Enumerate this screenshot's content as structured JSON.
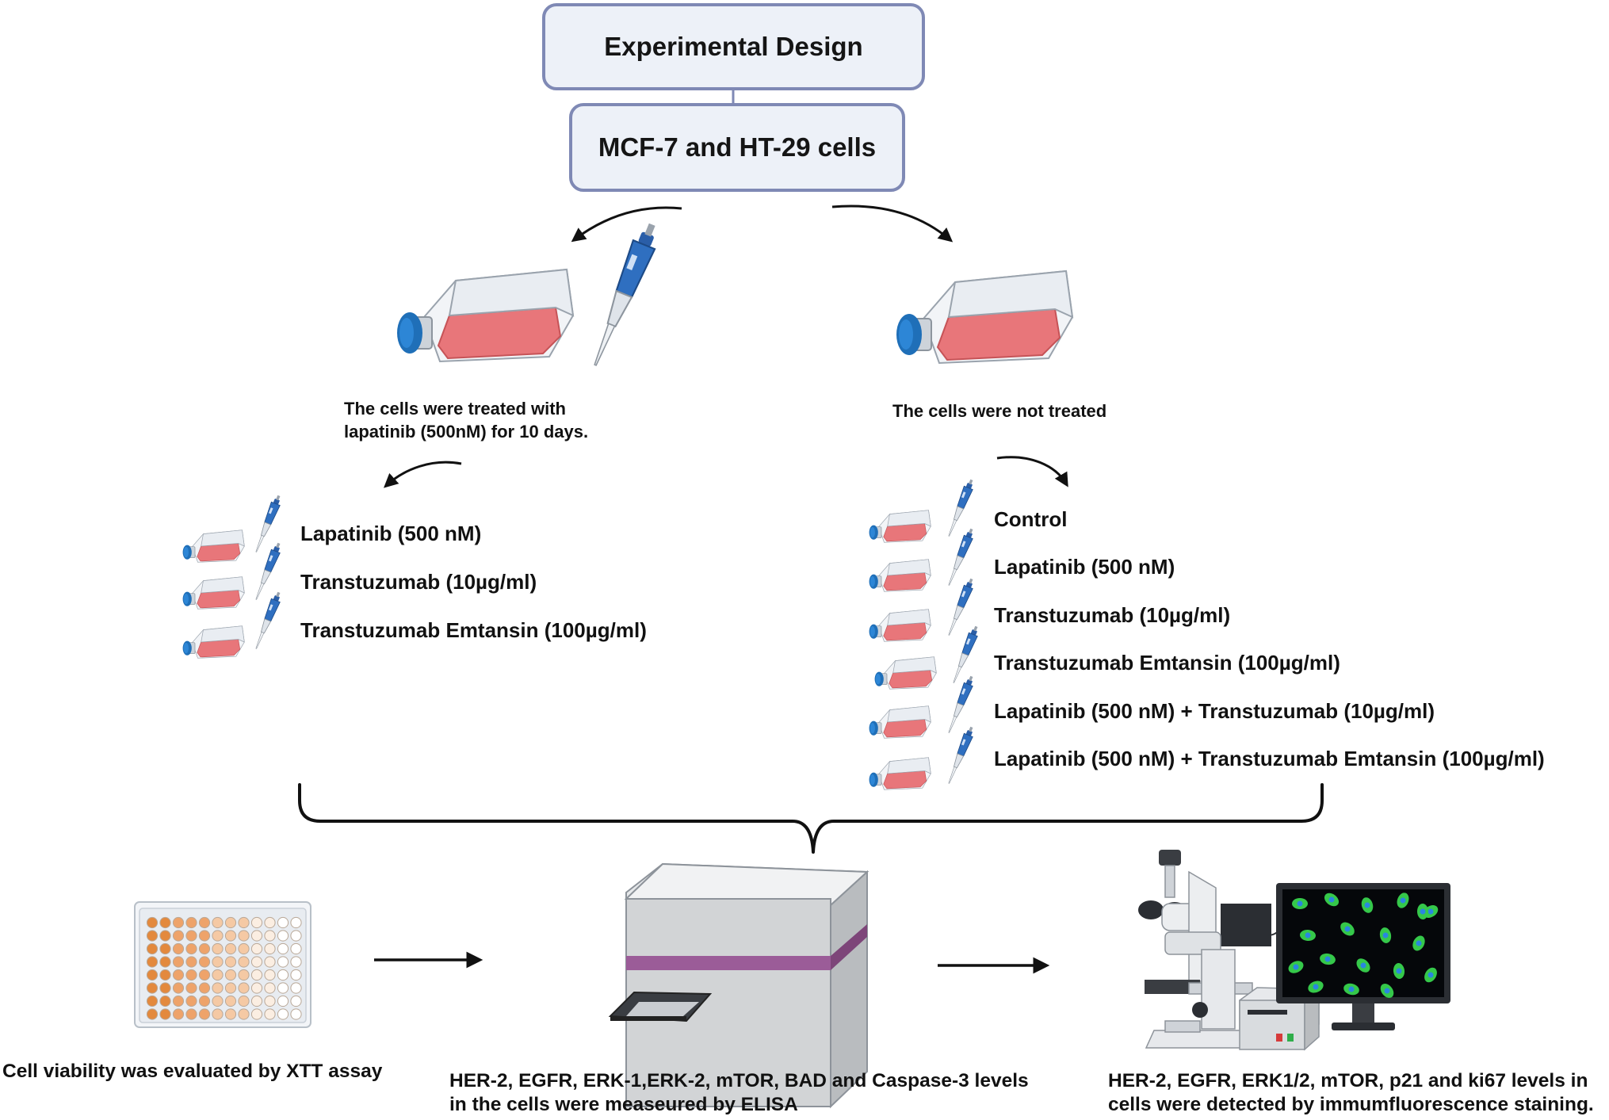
{
  "header": {
    "title": "Experimental Design",
    "cells": "MCF-7 and HT-29 cells"
  },
  "left_branch": {
    "caption_line1": "The cells were treated with",
    "caption_line2": "lapatinib (500nM) for 10 days.",
    "treatments": [
      "Lapatinib (500 nM)",
      "Transtuzumab (10µg/ml)",
      "Transtuzumab Emtansin (100µg/ml)"
    ]
  },
  "right_branch": {
    "caption": "The cells were not treated",
    "treatments": [
      "Control",
      "Lapatinib (500 nM)",
      "Transtuzumab (10µg/ml)",
      "Transtuzumab Emtansin (100µg/ml)",
      "Lapatinib (500 nM) + Transtuzumab (10µg/ml)",
      "Lapatinib (500 nM) + Transtuzumab Emtansin (100µg/ml)"
    ]
  },
  "assays": {
    "xtt": "Cell viability was evaluated by XTT assay",
    "elisa_line1": "HER-2, EGFR, ERK-1,ERK-2, mTOR, BAD and Caspase-3 levels",
    "elisa_line2": "in the cells were measeured by ELISA",
    "if_line1": "HER-2, EGFR, ERK1/2, mTOR, p21 and ki67 levels in",
    "if_line2": "cells were detected by immumfluorescence staining."
  },
  "icons": {
    "flask": "cell-culture-flask-icon",
    "pipette": "pipette-icon",
    "plate": "96-well-plate-icon",
    "reader": "elisa-plate-reader-icon",
    "microscope": "fluorescence-microscope-icon",
    "monitor": "monitor-icon"
  },
  "colors": {
    "box_border": "#7f89b5",
    "box_fill": "#edf1f8",
    "flask_cap": "#1f6fb8",
    "medium": "#e8767a",
    "reader_band": "#9b5c98",
    "well_orange": "#e3893d",
    "cell_green": "#35c84a"
  }
}
